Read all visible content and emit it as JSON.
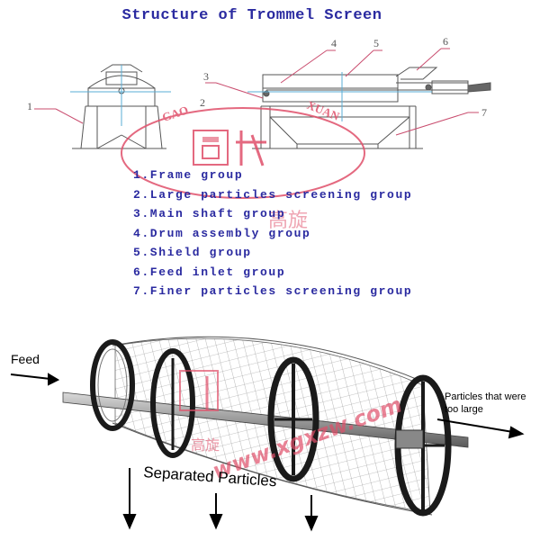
{
  "title": "Structure of Trommel Screen",
  "callouts": [
    "1",
    "2",
    "3",
    "4",
    "5",
    "6",
    "7"
  ],
  "parts": [
    "1.Frame group",
    "2.Large particles screening group",
    "3.Main shaft group",
    "4.Drum assembly group",
    "5.Shield group",
    "6.Feed inlet group",
    "7.Finer particles screening group"
  ],
  "diagram": {
    "feed_label": "Feed",
    "oversize_label_line1": "Particles that were",
    "oversize_label_line2": "too large",
    "separated_label": "Separated Particles"
  },
  "watermark": {
    "brand_latin": "GAO XUAN",
    "brand_chinese": "高旋",
    "website": "www.xgxzw.com",
    "color": "#e0506a"
  },
  "colors": {
    "title_blue": "#2a2aa0",
    "drawing_gray": "#555555"
  }
}
